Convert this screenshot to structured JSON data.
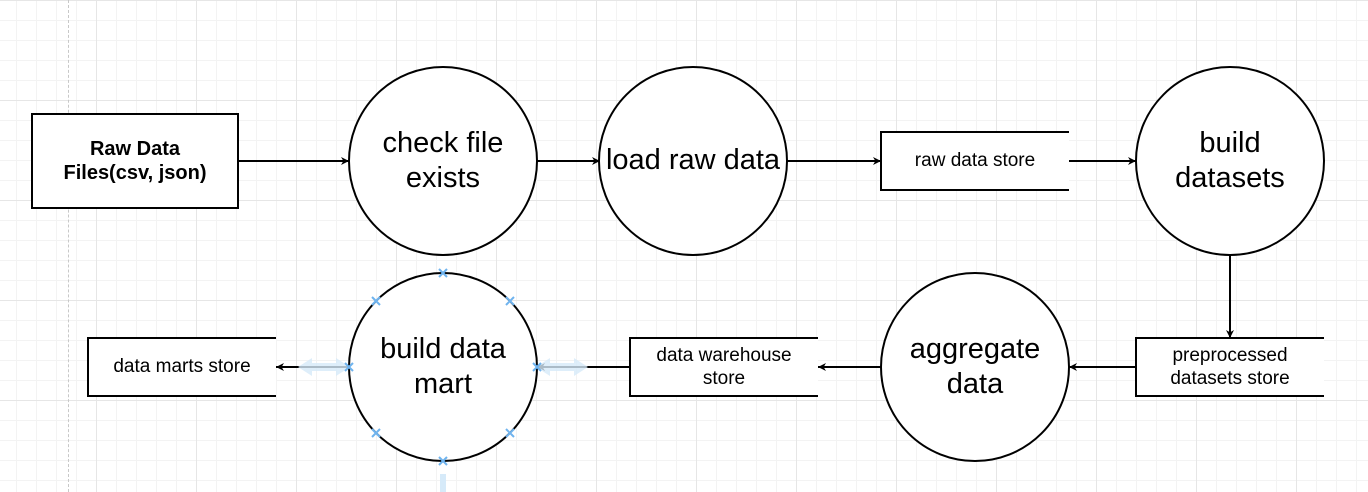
{
  "diagram": {
    "colors": {
      "stroke": "#000000",
      "fill": "#ffffff",
      "grid": "#e6e6e6",
      "selection": "#6fb3ee"
    },
    "nodes": {
      "raw_data_files": {
        "label": "Raw Data\nFiles(csv, json)",
        "kind": "external-entity"
      },
      "check_file_exists": {
        "label": "check file\nexists",
        "kind": "process"
      },
      "load_raw_data": {
        "label": "load raw data",
        "kind": "process"
      },
      "raw_data_store": {
        "label": "raw data store",
        "kind": "data-store"
      },
      "build_datasets": {
        "label": "build\ndatasets",
        "kind": "process"
      },
      "preprocessed_datasets_store": {
        "label": "preprocessed\ndatasets store",
        "kind": "data-store"
      },
      "aggregate_data": {
        "label": "aggregate\ndata",
        "kind": "process"
      },
      "data_warehouse_store": {
        "label": "data warehouse\nstore",
        "kind": "data-store"
      },
      "build_data_mart": {
        "label": "build data\nmart",
        "kind": "process",
        "selected": true
      },
      "data_marts_store": {
        "label": "data marts store",
        "kind": "data-store"
      }
    },
    "edges": [
      {
        "from": "raw_data_files",
        "to": "check_file_exists"
      },
      {
        "from": "check_file_exists",
        "to": "load_raw_data"
      },
      {
        "from": "load_raw_data",
        "to": "raw_data_store"
      },
      {
        "from": "raw_data_store",
        "to": "build_datasets"
      },
      {
        "from": "build_datasets",
        "to": "preprocessed_datasets_store"
      },
      {
        "from": "preprocessed_datasets_store",
        "to": "aggregate_data"
      },
      {
        "from": "aggregate_data",
        "to": "data_warehouse_store"
      },
      {
        "from": "data_warehouse_store",
        "to": "build_data_mart"
      },
      {
        "from": "build_data_mart",
        "to": "data_marts_store"
      }
    ]
  }
}
